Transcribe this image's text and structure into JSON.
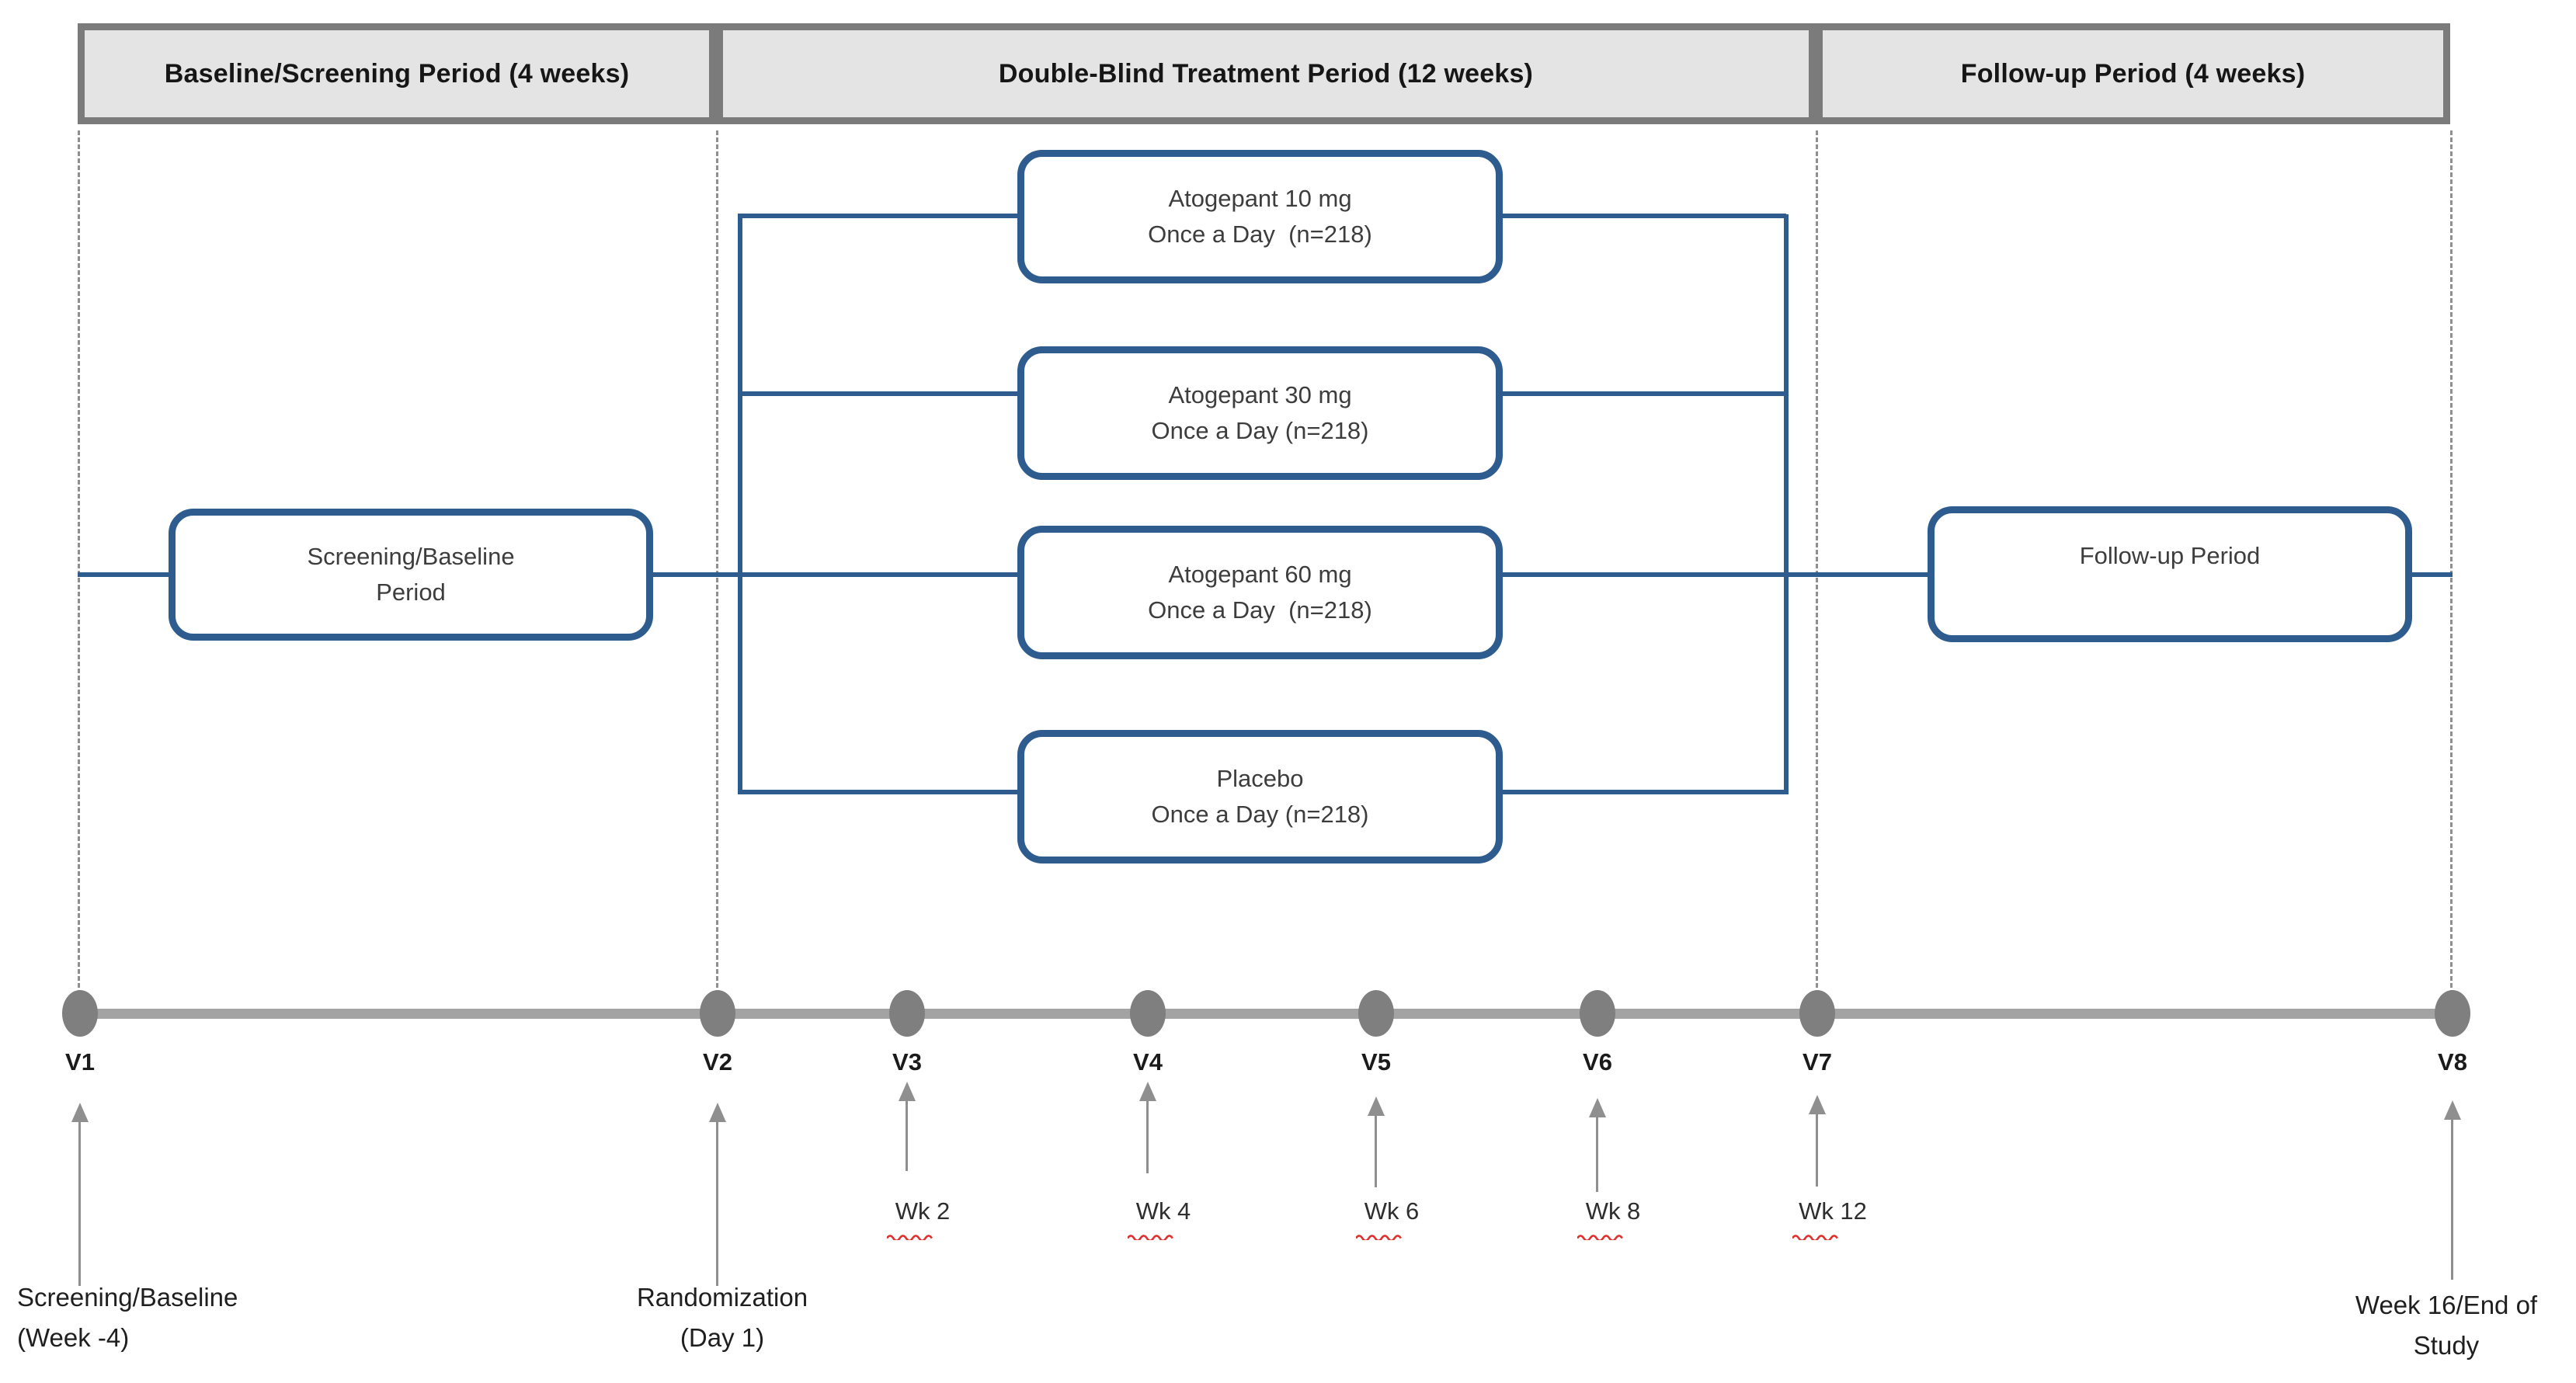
{
  "header": {
    "periods": [
      {
        "label": "Baseline/Screening Period (4 weeks)"
      },
      {
        "label": "Double-Blind Treatment Period (12 weeks)"
      },
      {
        "label": "Follow-up Period (4 weeks)"
      }
    ]
  },
  "flow": {
    "screening_box": {
      "line1": "Screening/Baseline",
      "line2": "Period"
    },
    "arm_boxes": [
      {
        "line1": "Atogepant 10 mg",
        "line2": "Once a Day  (n=218)"
      },
      {
        "line1": "Atogepant 30 mg",
        "line2": "Once a Day (n=218)"
      },
      {
        "line1": "Atogepant 60 mg",
        "line2": "Once a Day  (n=218)"
      },
      {
        "line1": "Placebo",
        "line2": "Once a Day (n=218)"
      }
    ],
    "followup_box": {
      "line1": "Follow-up Period"
    }
  },
  "timeline": {
    "visits": [
      {
        "label": "V1"
      },
      {
        "label": "V2"
      },
      {
        "label": "V3",
        "week": "Wk 2"
      },
      {
        "label": "V4",
        "week": "Wk 4"
      },
      {
        "label": "V5",
        "week": "Wk 6"
      },
      {
        "label": "V6",
        "week": "Wk 8"
      },
      {
        "label": "V7",
        "week": "Wk 12"
      },
      {
        "label": "V8"
      }
    ]
  },
  "annotations": {
    "v1": {
      "line1": "Screening/Baseline",
      "line2": "(Week -4)"
    },
    "v2": {
      "line1": "Randomization",
      "line2": "(Day 1)"
    },
    "v8": {
      "line1": "Week 16/End of",
      "line2": "Study"
    }
  },
  "colors": {
    "flow_blue": "#2e5c8e",
    "timeline_gray": "#a3a3a3",
    "header_fill": "#e4e4e4",
    "header_border": "#7b7b7b",
    "squiggle_red": "#e03030"
  }
}
